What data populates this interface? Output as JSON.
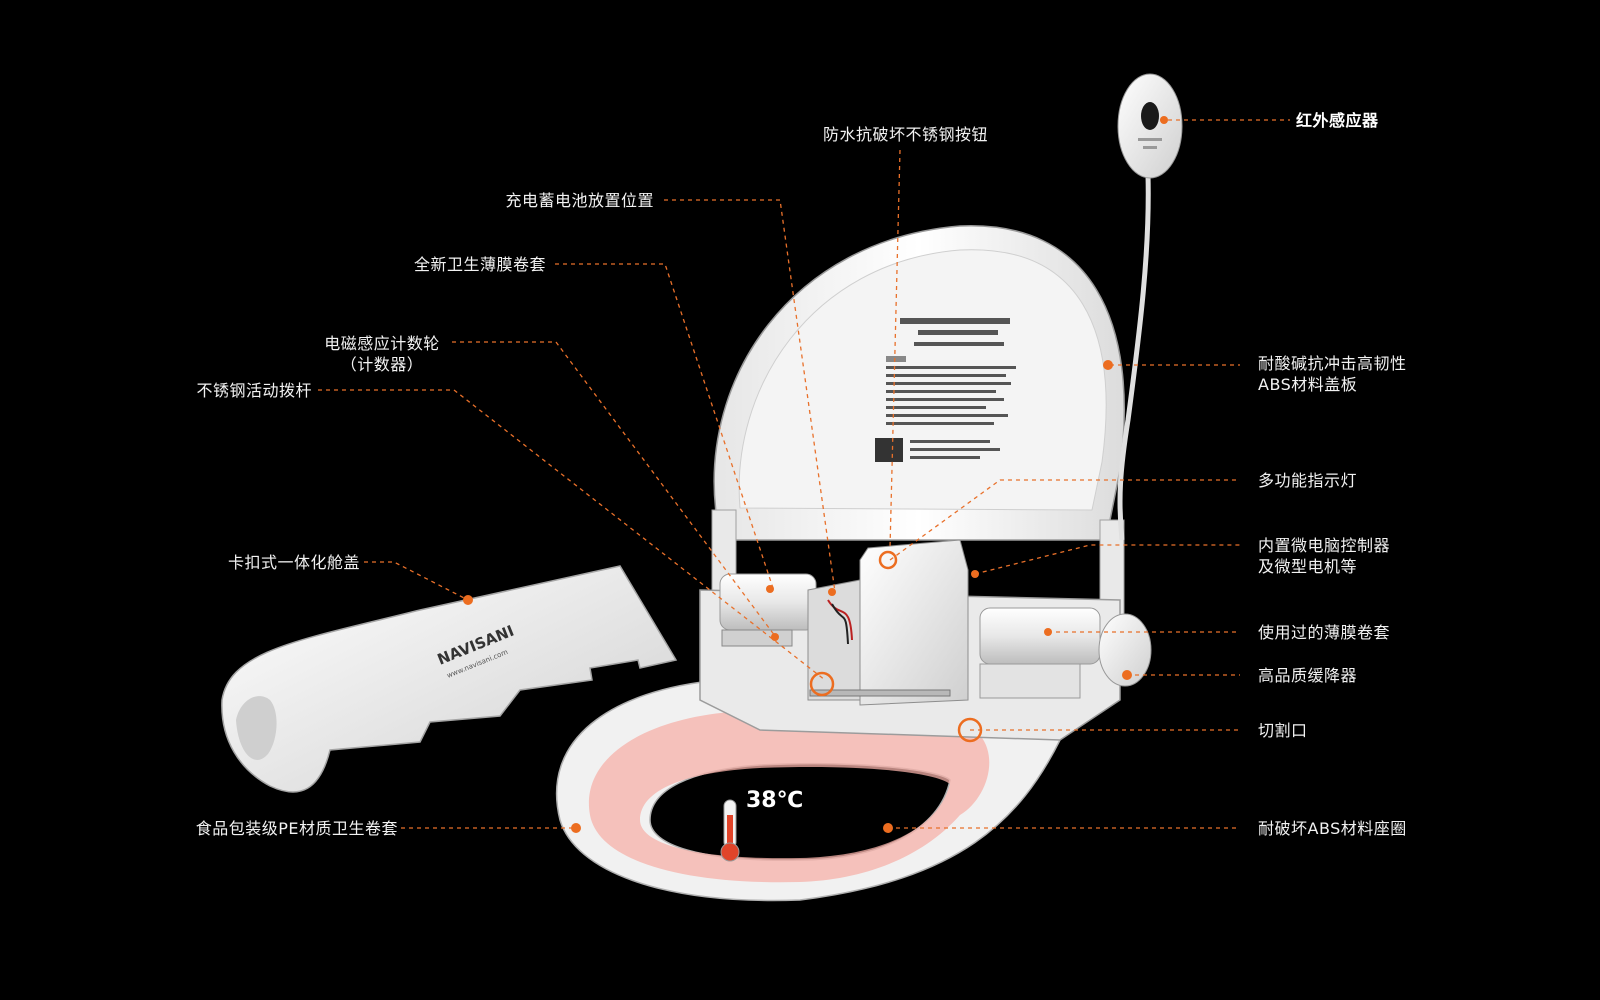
{
  "colors": {
    "background": "#000000",
    "accent": "#ec6d20",
    "text": "#f2f2f2",
    "plastic": "#eeeeee",
    "heat": "#f4a7a1"
  },
  "brand": {
    "logo_text": "NAVISANI",
    "website": "www.navisani.com"
  },
  "temperature": "38℃",
  "callouts": {
    "infrared_sensor": "红外感应器",
    "waterproof_button": "防水抗破坏不锈钢按钮",
    "battery_position": "充电蓄电池放置位置",
    "new_film_roll": "全新卫生薄膜卷套",
    "counter_wheel_line1": "电磁感应计数轮",
    "counter_wheel_line2": "（计数器）",
    "steel_lever": "不锈钢活动拨杆",
    "snap_cover": "卡扣式一体化舱盖",
    "pe_film": "食品包装级PE材质卫生卷套",
    "lid_line1": "耐酸碱抗冲击高韧性",
    "lid_line2": "ABS材料盖板",
    "indicator_light": "多功能指示灯",
    "controller_line1": "内置微电脑控制器",
    "controller_line2": "及微型电机等",
    "used_film_roll": "使用过的薄膜卷套",
    "damper": "高品质缓降器",
    "cut_slot": "切割口",
    "seat_ring": "耐破坏ABS材料座圈"
  }
}
